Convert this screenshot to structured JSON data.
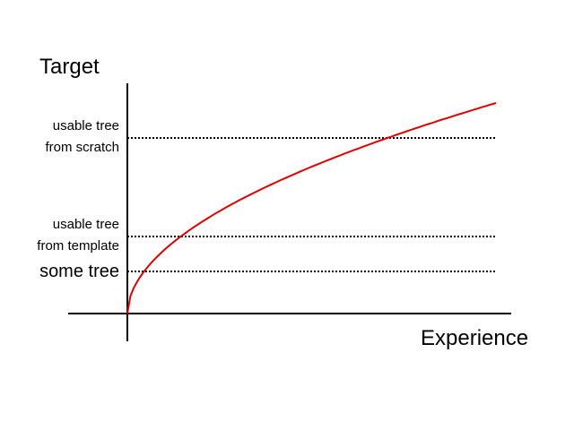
{
  "diagram": {
    "y_axis_label": "Target",
    "x_axis_label": "Experience",
    "levels": [
      {
        "id": "scratch",
        "lines": [
          "usable tree",
          "from scratch"
        ]
      },
      {
        "id": "template",
        "lines": [
          "usable tree",
          "from template"
        ]
      },
      {
        "id": "some",
        "lines": [
          "some tree"
        ]
      }
    ],
    "curve_color": "#e00000",
    "axis_color": "#000000",
    "guide_line_style": "dotted"
  }
}
